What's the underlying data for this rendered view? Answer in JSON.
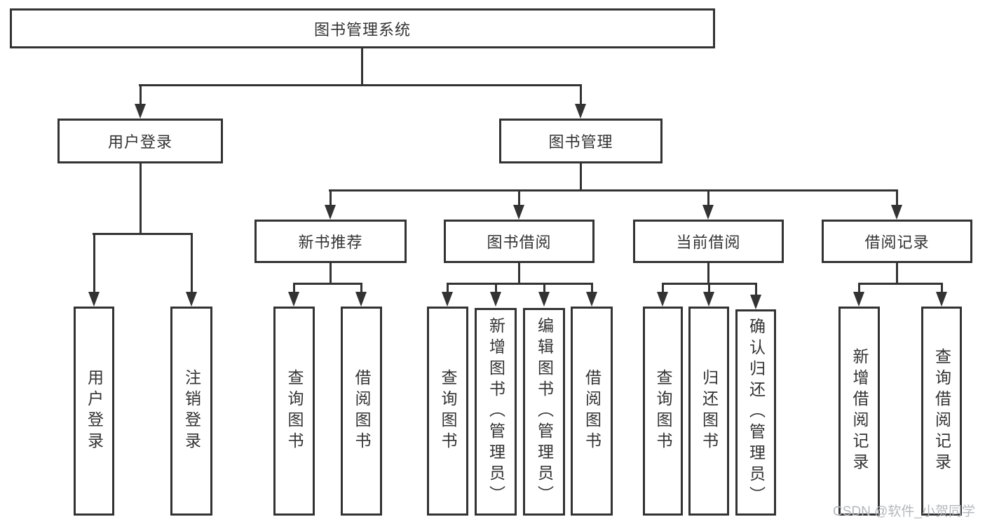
{
  "diagram": {
    "root": {
      "label": "图书管理系统"
    },
    "level2": [
      {
        "label": "用户登录"
      },
      {
        "label": "图书管理"
      }
    ],
    "level3": [
      {
        "label": "新书推荐"
      },
      {
        "label": "图书借阅"
      },
      {
        "label": "当前借阅"
      },
      {
        "label": "借阅记录"
      }
    ],
    "leaves": [
      {
        "label": "用户登录"
      },
      {
        "label": "注销登录"
      },
      {
        "label": "查询图书"
      },
      {
        "label": "借阅图书"
      },
      {
        "label": "查询图书"
      },
      {
        "label": "新增图书（管理员）"
      },
      {
        "label": "编辑图书（管理员）"
      },
      {
        "label": "借阅图书"
      },
      {
        "label": "查询图书"
      },
      {
        "label": "归还图书"
      },
      {
        "label": "确认归还（管理员）"
      },
      {
        "label": "新增借阅记录"
      },
      {
        "label": "查询借阅记录"
      }
    ],
    "colors": {
      "line": "#333333",
      "box_background": "#ffffff",
      "text": "#333333",
      "watermark": "#b4b8bc"
    }
  },
  "watermark": {
    "text": "CSDN @软件_小贺同学"
  }
}
